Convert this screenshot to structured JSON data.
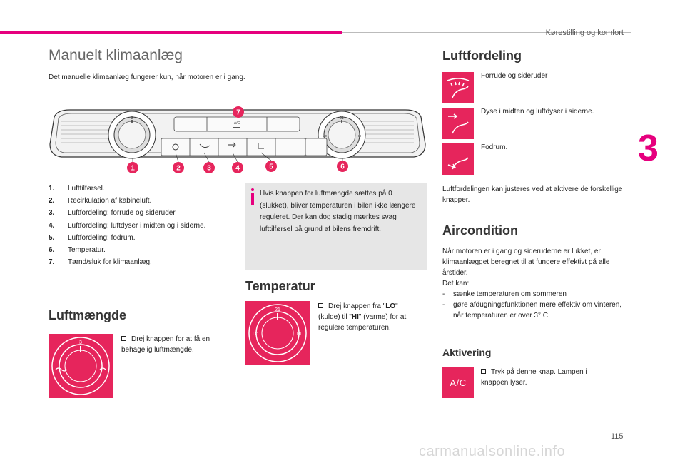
{
  "header": {
    "section_title": "Kørestilling og komfort",
    "chapter_number": "3",
    "page_number": "115",
    "watermark": "carmanualsonline.info"
  },
  "manual": {
    "title": "Manuelt klimaanlæg",
    "intro": "Det manuelle klimaanlæg fungerer kun, når motoren er i gang.",
    "panel_labels": {
      "ac": "A/C",
      "left_dial": "3",
      "right_dial": "21",
      "lo": "LO",
      "hi": "HI"
    },
    "callouts": [
      "1",
      "2",
      "3",
      "4",
      "5",
      "6",
      "7"
    ],
    "legend": [
      {
        "num": "1.",
        "text": "Lufttilførsel."
      },
      {
        "num": "2.",
        "text": "Recirkulation af kabineluft."
      },
      {
        "num": "3.",
        "text": "Luftfordeling: forrude og sideruder."
      },
      {
        "num": "4.",
        "text": "Luftfordeling: luftdyser i midten og i siderne."
      },
      {
        "num": "5.",
        "text": "Luftfordeling: fodrum."
      },
      {
        "num": "6.",
        "text": "Temperatur."
      },
      {
        "num": "7.",
        "text": "Tænd/sluk for klimaanlæg."
      }
    ],
    "info_note": "Hvis knappen for luftmængde sættes på 0 (slukket), bliver temperaturen i bilen ikke længere reguleret. Der kan dog stadig mærkes svag lufttilførsel på grund af bilens fremdrift."
  },
  "luftmaengde": {
    "title": "Luftmængde",
    "instruction": "Drej knappen for at få en behagelig luftmængde.",
    "dial_number": "3"
  },
  "temperatur": {
    "title": "Temperatur",
    "instruction_pre": "Drej knappen fra \"",
    "lo": "LO",
    "instruction_mid": "\" (kulde) til \"",
    "hi": "HI",
    "instruction_post": "\" (varme) for at regulere temperaturen.",
    "dial_number": "21"
  },
  "luftfordeling": {
    "title": "Luftfordeling",
    "items": [
      {
        "icon": "windscreen-icon",
        "label": "Forrude og sideruder"
      },
      {
        "icon": "face-vent-icon",
        "label": "Dyse i midten og luftdyser i siderne."
      },
      {
        "icon": "footwell-icon",
        "label": "Fodrum."
      }
    ],
    "note": "Luftfordelingen kan justeres ved at aktivere de forskellige knapper."
  },
  "aircondition": {
    "title": "Aircondition",
    "description": "Når motoren er i gang og sideruderne er lukket, er klimaanlægget beregnet til at fungere effektivt på alle årstider.",
    "det_kan": "Det kan:",
    "uses": [
      "sænke temperaturen om sommeren",
      "gøre afdugningsfunktionen mere effektiv om vinteren, når temperaturen er over 3° C."
    ]
  },
  "aktivering": {
    "title": "Aktivering",
    "button_label": "A/C",
    "instruction": "Tryk på denne knap. Lampen i knappen lyser."
  },
  "colors": {
    "accent": "#e6007e",
    "tile": "#e6255c",
    "note_bg": "#e6e6e6"
  }
}
